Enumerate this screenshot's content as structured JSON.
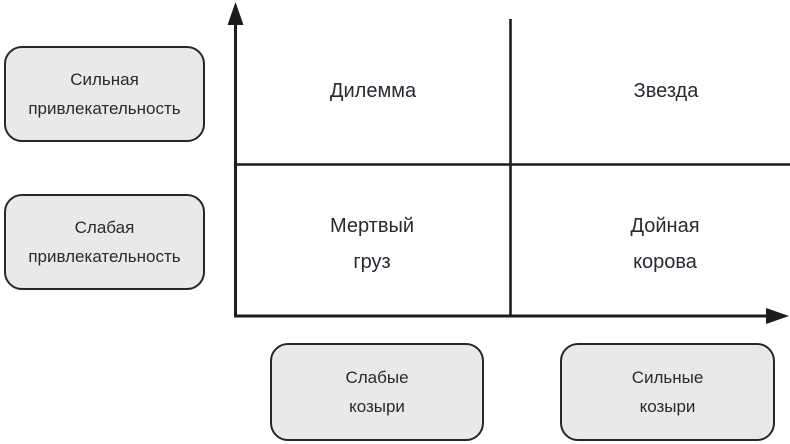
{
  "colors": {
    "line": "#1d1d1d",
    "box_fill": "#e9e9e9",
    "box_border": "#272727",
    "text": "#262a31"
  },
  "matrix": {
    "y_axis_labels": [
      {
        "lines": [
          "Сильная",
          "привлекательность"
        ]
      },
      {
        "lines": [
          "Слабая",
          "привлекательность"
        ]
      }
    ],
    "x_axis_labels": [
      {
        "lines": [
          "Слабые",
          "козыри"
        ]
      },
      {
        "lines": [
          "Сильные",
          "козыри"
        ]
      }
    ],
    "quadrants": [
      {
        "lines": [
          "Дилемма"
        ]
      },
      {
        "lines": [
          "Звезда"
        ]
      },
      {
        "lines": [
          "Мертвый",
          "груз"
        ]
      },
      {
        "lines": [
          "Дойная",
          "корова"
        ]
      }
    ]
  }
}
